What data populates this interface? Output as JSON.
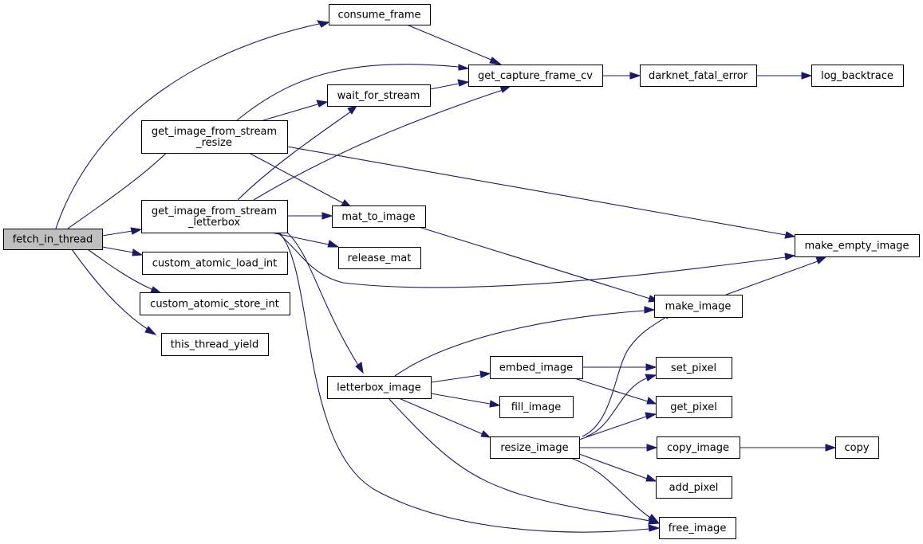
{
  "diagram": {
    "nodes": {
      "fetch_in_thread": {
        "lines": [
          "fetch_in_thread"
        ],
        "root": true
      },
      "consume_frame": {
        "lines": [
          "consume_frame"
        ]
      },
      "get_capture_frame_cv": {
        "lines": [
          "get_capture_frame_cv"
        ]
      },
      "darknet_fatal_error": {
        "lines": [
          "darknet_fatal_error"
        ]
      },
      "log_backtrace": {
        "lines": [
          "log_backtrace"
        ]
      },
      "wait_for_stream": {
        "lines": [
          "wait_for_stream"
        ]
      },
      "get_image_from_stream_resize": {
        "lines": [
          "get_image_from_stream",
          "_resize"
        ]
      },
      "get_image_from_stream_letterbox": {
        "lines": [
          "get_image_from_stream",
          "_letterbox"
        ]
      },
      "mat_to_image": {
        "lines": [
          "mat_to_image"
        ]
      },
      "release_mat": {
        "lines": [
          "release_mat"
        ]
      },
      "make_empty_image": {
        "lines": [
          "make_empty_image"
        ]
      },
      "custom_atomic_load_int": {
        "lines": [
          "custom_atomic_load_int"
        ]
      },
      "custom_atomic_store_int": {
        "lines": [
          "custom_atomic_store_int"
        ]
      },
      "this_thread_yield": {
        "lines": [
          "this_thread_yield"
        ]
      },
      "make_image": {
        "lines": [
          "make_image"
        ]
      },
      "letterbox_image": {
        "lines": [
          "letterbox_image"
        ]
      },
      "embed_image": {
        "lines": [
          "embed_image"
        ]
      },
      "set_pixel": {
        "lines": [
          "set_pixel"
        ]
      },
      "fill_image": {
        "lines": [
          "fill_image"
        ]
      },
      "get_pixel": {
        "lines": [
          "get_pixel"
        ]
      },
      "resize_image": {
        "lines": [
          "resize_image"
        ]
      },
      "copy_image": {
        "lines": [
          "copy_image"
        ]
      },
      "copy": {
        "lines": [
          "copy"
        ]
      },
      "add_pixel": {
        "lines": [
          "add_pixel"
        ]
      },
      "free_image": {
        "lines": [
          "free_image"
        ]
      }
    },
    "edges": [
      [
        "fetch_in_thread",
        "consume_frame"
      ],
      [
        "fetch_in_thread",
        "get_image_from_stream_resize"
      ],
      [
        "fetch_in_thread",
        "get_image_from_stream_letterbox"
      ],
      [
        "fetch_in_thread",
        "custom_atomic_load_int"
      ],
      [
        "fetch_in_thread",
        "custom_atomic_store_int"
      ],
      [
        "fetch_in_thread",
        "this_thread_yield"
      ],
      [
        "consume_frame",
        "get_capture_frame_cv"
      ],
      [
        "get_capture_frame_cv",
        "darknet_fatal_error"
      ],
      [
        "darknet_fatal_error",
        "log_backtrace"
      ],
      [
        "wait_for_stream",
        "get_capture_frame_cv"
      ],
      [
        "get_image_from_stream_resize",
        "get_capture_frame_cv"
      ],
      [
        "get_image_from_stream_resize",
        "wait_for_stream"
      ],
      [
        "get_image_from_stream_resize",
        "mat_to_image"
      ],
      [
        "get_image_from_stream_resize",
        "make_empty_image"
      ],
      [
        "get_image_from_stream_letterbox",
        "get_capture_frame_cv"
      ],
      [
        "get_image_from_stream_letterbox",
        "wait_for_stream"
      ],
      [
        "get_image_from_stream_letterbox",
        "mat_to_image"
      ],
      [
        "get_image_from_stream_letterbox",
        "release_mat"
      ],
      [
        "get_image_from_stream_letterbox",
        "make_empty_image"
      ],
      [
        "get_image_from_stream_letterbox",
        "letterbox_image"
      ],
      [
        "get_image_from_stream_letterbox",
        "free_image"
      ],
      [
        "mat_to_image",
        "make_image"
      ],
      [
        "make_image",
        "make_empty_image"
      ],
      [
        "letterbox_image",
        "make_image"
      ],
      [
        "letterbox_image",
        "embed_image"
      ],
      [
        "letterbox_image",
        "fill_image"
      ],
      [
        "letterbox_image",
        "resize_image"
      ],
      [
        "letterbox_image",
        "free_image"
      ],
      [
        "embed_image",
        "set_pixel"
      ],
      [
        "embed_image",
        "get_pixel"
      ],
      [
        "resize_image",
        "make_image"
      ],
      [
        "resize_image",
        "set_pixel"
      ],
      [
        "resize_image",
        "get_pixel"
      ],
      [
        "resize_image",
        "copy_image"
      ],
      [
        "resize_image",
        "add_pixel"
      ],
      [
        "resize_image",
        "free_image"
      ],
      [
        "copy_image",
        "copy"
      ]
    ]
  }
}
